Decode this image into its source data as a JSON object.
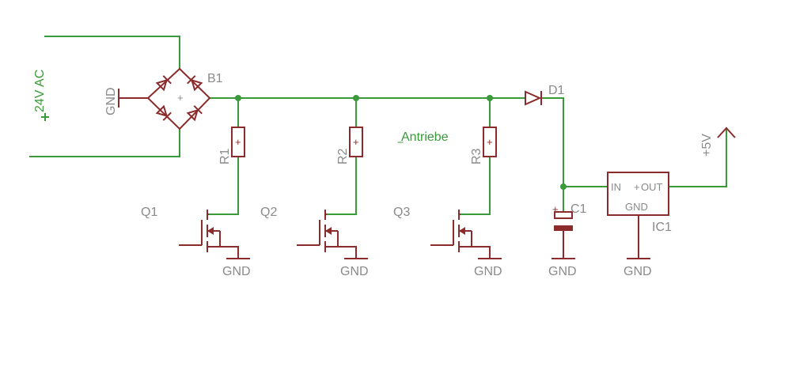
{
  "nets": {
    "ac": "24V AC",
    "antriebe": "Antriebe",
    "vcc5": "+5V"
  },
  "bridge": {
    "name": "B1",
    "gnd": "GND"
  },
  "resistors": [
    "R1",
    "R2",
    "R3"
  ],
  "transistors": [
    "Q1",
    "Q2",
    "Q3"
  ],
  "diode": "D1",
  "capacitor": "C1",
  "regulator": {
    "name": "IC1",
    "pin_in": "IN",
    "pin_out": "OUT",
    "pin_gnd": "GND"
  },
  "ground_label": "GND",
  "marker": "+"
}
